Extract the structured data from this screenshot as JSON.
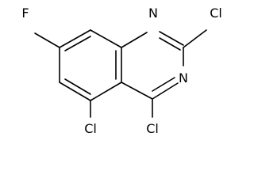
{
  "structure": {
    "atoms": {
      "fluorine": "F",
      "n1": "N",
      "n3": "N",
      "cl_c2": "Cl",
      "cl_c4": "Cl",
      "cl_c5": "Cl"
    }
  }
}
